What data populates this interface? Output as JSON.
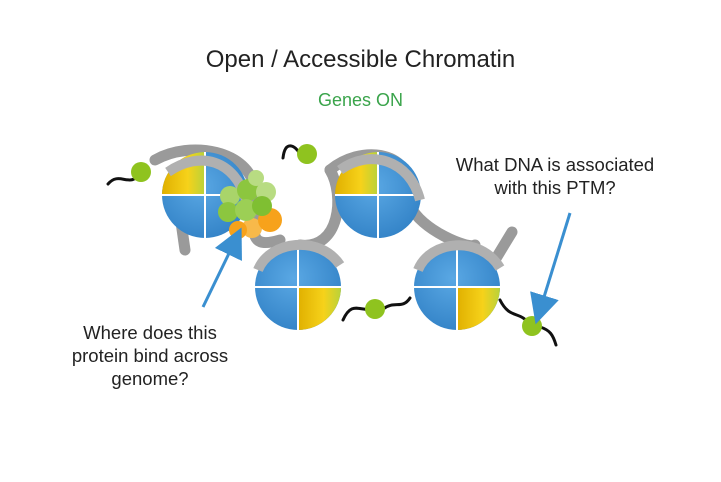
{
  "diagram": {
    "title": "Open / Accessible Chromatin",
    "subtitle": "Genes ON",
    "annotations": {
      "protein": "Where does this\nprotein bind across\ngenome?",
      "ptm": "What DNA is associated\nwith this PTM?"
    }
  },
  "colors": {
    "title": "#222222",
    "subtitle": "#3aa44b",
    "nucleosome_blue": "#3d8fd1",
    "nucleosome_yellow": "#f1c40f",
    "dna_gray": "#9a9a9a",
    "ptm_green": "#8fc31f",
    "protein_green": "#8cc63f",
    "protein_orange": "#f7a21b",
    "arrow_blue": "#3a8fd0"
  }
}
